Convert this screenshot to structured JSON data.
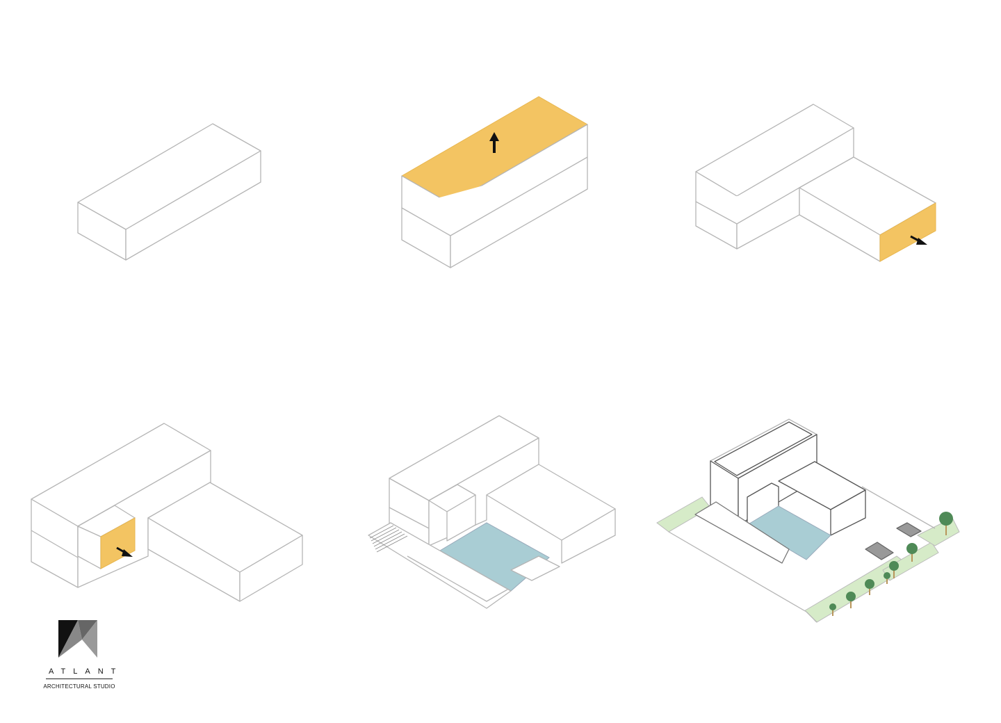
{
  "colors": {
    "highlight": "#f3c462",
    "water": "#a9cdd4",
    "lawn": "#d6ebc8",
    "tree": "#4f8a57",
    "line": "#b5b5b5"
  },
  "diagram": {
    "steps": [
      "massing-base",
      "extrude-up",
      "extend-wing",
      "push-out",
      "courtyard-pool",
      "final-building"
    ]
  },
  "logo": {
    "name": "ATLANT",
    "subtitle": "ARCHITECTURAL STUDIO"
  }
}
